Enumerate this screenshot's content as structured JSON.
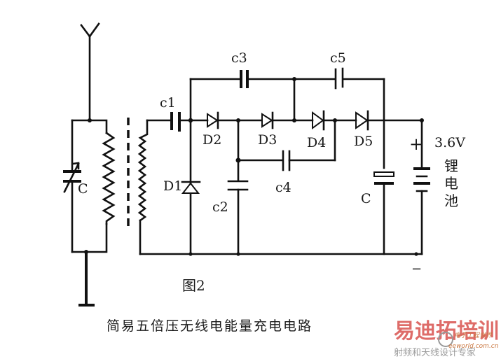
{
  "diagram": {
    "type": "circuit-schematic",
    "components": {
      "antenna": {
        "label": ""
      },
      "tuning_capacitor": {
        "label": "C",
        "kind": "variable-capacitor"
      },
      "primary_coil": {
        "label": ""
      },
      "transformer_core": {
        "label": ""
      },
      "secondary_coil": {
        "label": ""
      },
      "c1": {
        "label": "c1"
      },
      "c2": {
        "label": "c2"
      },
      "c3": {
        "label": "c3"
      },
      "c4": {
        "label": "c4"
      },
      "c5": {
        "label": "c5"
      },
      "d1": {
        "label": "D1"
      },
      "d2": {
        "label": "D2"
      },
      "d3": {
        "label": "D3"
      },
      "d4": {
        "label": "D4"
      },
      "d5": {
        "label": "D5"
      },
      "storage_capacitor": {
        "label": "C",
        "kind": "electrolytic"
      },
      "battery": {
        "plus": "+",
        "voltage": "3.6V",
        "name_chars": [
          "锂",
          "电",
          "池"
        ],
        "minus": "−"
      }
    },
    "figure_label": "图2",
    "caption": "简易五倍压无线电能量充电电路"
  },
  "watermark": {
    "main": "易迪拓培训",
    "sub": "射频和天线设计专家",
    "site": "eeworld.com.cn",
    "brand": "电子工程世界",
    "colors": {
      "main_left": "#d9534f",
      "main_right": "#6a8fc7"
    }
  }
}
